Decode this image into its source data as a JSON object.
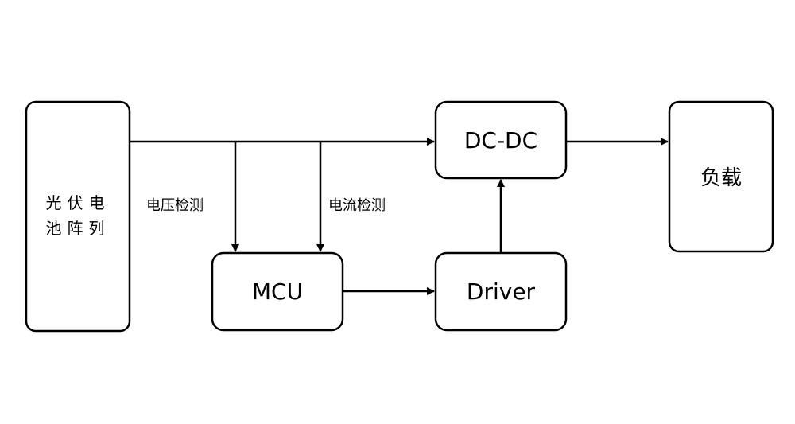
{
  "blocks": {
    "pv_array": {
      "line1": "光伏电",
      "line2": "池阵列"
    },
    "dcdc": {
      "label": "DC-DC"
    },
    "load": {
      "label": "负载"
    },
    "mcu": {
      "label": "MCU"
    },
    "driver": {
      "label": "Driver"
    }
  },
  "edges": {
    "voltage_sense": "电压检测",
    "current_sense": "电流检测"
  }
}
